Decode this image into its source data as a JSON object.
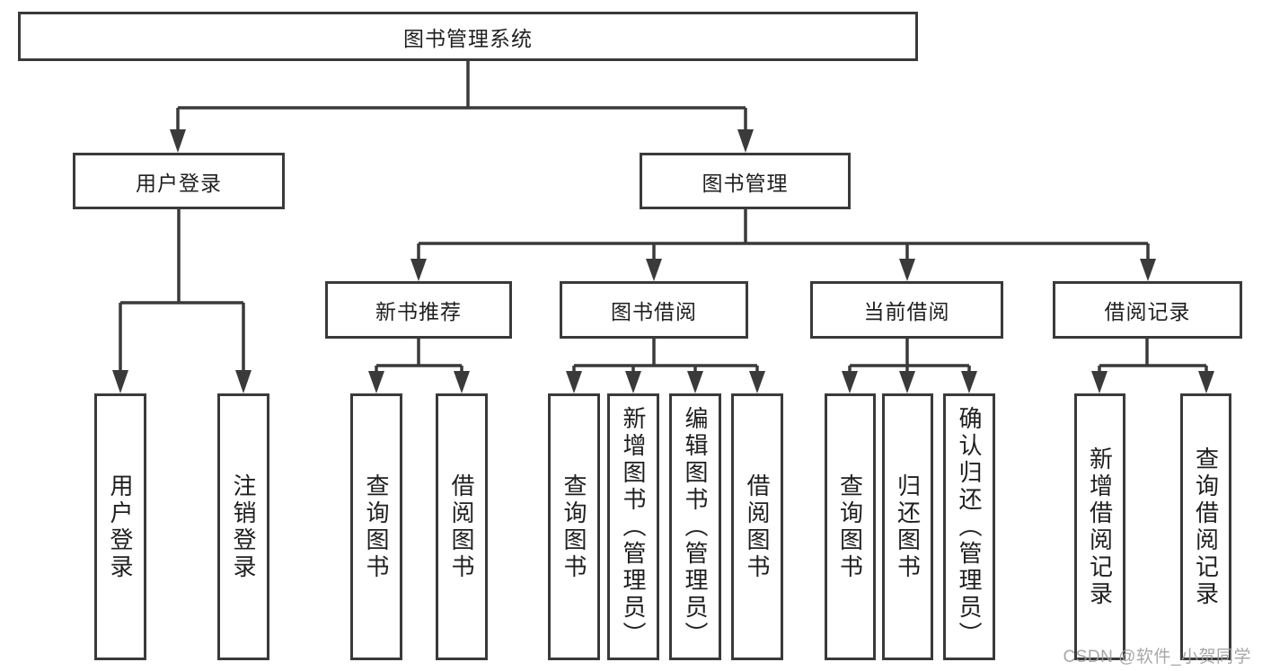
{
  "diagram": {
    "title": "图书管理系统",
    "root": {
      "label": "图书管理系统"
    },
    "branches": [
      {
        "label": "用户登录",
        "children": [
          {
            "label": "用户登录"
          },
          {
            "label": "注销登录"
          }
        ]
      },
      {
        "label": "图书管理",
        "children": [
          {
            "label": "新书推荐",
            "children": [
              {
                "label": "查询图书"
              },
              {
                "label": "借阅图书"
              }
            ]
          },
          {
            "label": "图书借阅",
            "children": [
              {
                "label": "查询图书"
              },
              {
                "label": "新增图书（管理员）"
              },
              {
                "label": "编辑图书（管理员）"
              },
              {
                "label": "借阅图书"
              }
            ]
          },
          {
            "label": "当前借阅",
            "children": [
              {
                "label": "查询图书"
              },
              {
                "label": "归还图书"
              },
              {
                "label": "确认归还（管理员）"
              }
            ]
          },
          {
            "label": "借阅记录",
            "children": [
              {
                "label": "新增借阅记录"
              },
              {
                "label": "查询借阅记录"
              }
            ]
          }
        ]
      }
    ]
  },
  "watermark": {
    "text": "CSDN @软件_小贺同学"
  },
  "colors": {
    "line": "#3a3a3a",
    "text": "#1f1f1f",
    "background": "#ffffff",
    "watermark": "#9e9e9e"
  }
}
